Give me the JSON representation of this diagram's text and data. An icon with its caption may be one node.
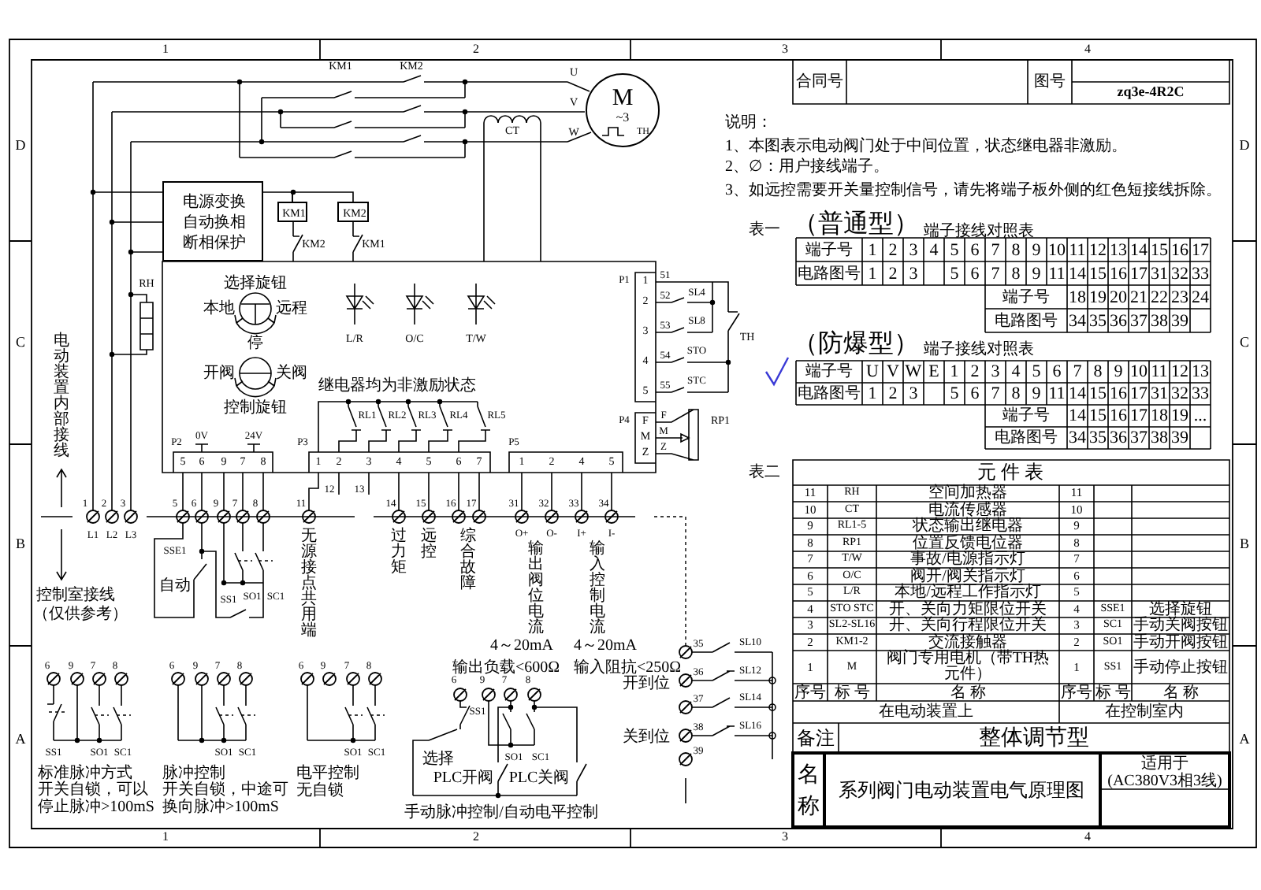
{
  "diagram": {
    "nodes": [
      {
        "text": [
          "M",
          "~3",
          "TH"
        ],
        "beside": [
          "U",
          "V",
          "W"
        ]
      },
      {
        "text": [
          "电源变换",
          "自动换相",
          "断相保护"
        ]
      },
      {
        "text": [
          "KM1"
        ]
      },
      {
        "text": [
          "KM2"
        ]
      }
    ],
    "edges": [
      {
        "from": 2,
        "to": 3,
        "arrow": "none"
      },
      {
        "from": 1,
        "to": 2,
        "arrow": "none"
      }
    ],
    "labels": [
      "1",
      "2",
      "3",
      "4",
      "D",
      "C",
      "B",
      "A",
      "D",
      "C",
      "B",
      "A",
      "1",
      "2",
      "3",
      "4",
      "KM1",
      "KM2",
      "CT",
      "KM2",
      "KM1",
      "RH",
      "选择旋钮",
      "本地",
      "远程",
      "停",
      "开阀",
      "关阀",
      "控制旋钮",
      "L/R",
      "O/C",
      "T/W",
      "继电器均为非激励状态",
      "RL1",
      "RL2",
      "RL3",
      "RL4",
      "RL5",
      "P1",
      "1",
      "2",
      "3",
      "4",
      "5",
      "51",
      "52",
      "SL4",
      "53",
      "SL8",
      "54",
      "STO",
      "55",
      "STC",
      "TH",
      "P4",
      "F",
      "M",
      "Z",
      "F",
      "M",
      "Z",
      "RP1",
      "电动装置内部接线",
      "P2",
      "0V",
      "24V",
      "P3",
      "P5",
      "5",
      "6",
      "9",
      "7",
      "8",
      "1",
      "2",
      "3",
      "4",
      "5",
      "6",
      "7",
      "1",
      "2",
      "4",
      "5",
      "12",
      "13",
      "1",
      "2",
      "3",
      "5",
      "6",
      "9",
      "7",
      "8",
      "11",
      "14",
      "15",
      "16",
      "17",
      "31",
      "32",
      "33",
      "34",
      "L1",
      "L2",
      "L3",
      "控制室接线",
      "（仅供参考）",
      "SSE1",
      "自动",
      "SS1",
      "SO1",
      "SC1",
      "无源接点共用端",
      "过力矩",
      "远控",
      "综合故障",
      "O+",
      "O-",
      "I+",
      "I-",
      "输出阀位电流",
      "输入控制电流",
      "4～20mA",
      "4～20mA",
      "输出负载<600Ω",
      "输入阻抗<250Ω",
      "6",
      "9",
      "7",
      "8",
      "6",
      "9",
      "7",
      "8",
      "6",
      "9",
      "7",
      "8",
      "6",
      "9",
      "7",
      "8",
      "SS1",
      "SO1",
      "SC1",
      "标准脉冲方式",
      "开关自锁，可以停止脉冲>100mS",
      "SO1",
      "SC1",
      "脉冲控制",
      "开关自锁，中途可换向脉冲>100mS",
      "SO1",
      "SC1",
      "电平控制",
      "无自锁",
      "SS1",
      "选择",
      "SO1",
      "SC1",
      "PLC开阀",
      "PLC关阀",
      "手动脉冲控制/自动电平控制",
      "35",
      "SL10",
      "开到位",
      "36",
      "SL12",
      "37",
      "SL14",
      "关到位",
      "38",
      "SL16",
      "39",
      "合同号",
      "图号",
      "zq3e-4R2C",
      "说明：",
      "1、本图表示电动阀门处于中间位置，状态继电器非激励。",
      "2、∅：用户接线端子。",
      "3、如远控需要开关量控制信号，请先将端子板外侧的红色短接线拆除。",
      "表一",
      "（普通型）",
      "端子接线对照表",
      "端子号",
      "1",
      "2",
      "3",
      "4",
      "5",
      "6",
      "7",
      "8",
      "9",
      "10",
      "11",
      "12",
      "13",
      "14",
      "15",
      "16",
      "17",
      "电路图号",
      "1",
      "2",
      "3",
      "5",
      "6",
      "7",
      "8",
      "9",
      "11",
      "14",
      "15",
      "16",
      "17",
      "31",
      "32",
      "33",
      "端子号",
      "18",
      "19",
      "20",
      "21",
      "22",
      "23",
      "24",
      "电路图号",
      "34",
      "35",
      "36",
      "37",
      "38",
      "39",
      "（防爆型）",
      "端子接线对照表",
      "端子号",
      "U",
      "V",
      "W",
      "E",
      "1",
      "2",
      "3",
      "4",
      "5",
      "6",
      "7",
      "8",
      "9",
      "10",
      "11",
      "12",
      "13",
      "电路图号",
      "1",
      "2",
      "3",
      "5",
      "6",
      "7",
      "8",
      "9",
      "11",
      "14",
      "15",
      "16",
      "17",
      "31",
      "32",
      "33",
      "端子号",
      "14",
      "15",
      "16",
      "17",
      "18",
      "19",
      "...",
      "电路图号",
      "34",
      "35",
      "36",
      "37",
      "38",
      "39",
      "表二",
      "元 件 表",
      "11",
      "RH",
      "空间加热器",
      "11",
      "10",
      "CT",
      "电流传感器",
      "10",
      "9",
      "RL1-5",
      "状态输出继电器",
      "9",
      "8",
      "RP1",
      "位置反馈电位器",
      "8",
      "7",
      "T/W",
      "事故/电源指示灯",
      "7",
      "6",
      "O/C",
      "阀开/阀关指示灯",
      "6",
      "5",
      "L/R",
      "本地/远程工作指示灯",
      "5",
      "4",
      "STO STC",
      "开、关向力矩限位开关",
      "4",
      "SSE1",
      "选择旋钮",
      "3",
      "SL2-SL16",
      "开、关向行程限位开关",
      "3",
      "SC1",
      "手动关阀按钮",
      "2",
      "KM1-2",
      "交流接触器",
      "2",
      "SO1",
      "手动开阀按钮",
      "1",
      "M",
      "阀门专用电机（带TH热元件）",
      "1",
      "SS1",
      "手动停止按钮",
      "序号",
      "标 号",
      "名 称",
      "序号",
      "标 号",
      "名 称",
      "在电动装置上",
      "在控制室内",
      "备注",
      "整体调节型",
      "名称",
      "系列阀门电动装置电气原理图",
      "适用于",
      "(AC380V3相3线)"
    ]
  }
}
